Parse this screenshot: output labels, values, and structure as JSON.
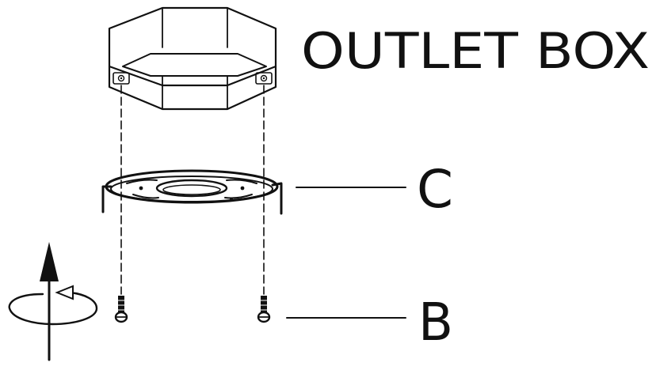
{
  "labels": {
    "outlet_box": "OUTLET BOX",
    "crossbar": "C",
    "screws": "B"
  },
  "colors": {
    "line": "#111111",
    "background": "#ffffff"
  },
  "icons": {
    "rotation": "clockwise-rotation-arrow-icon",
    "direction": "up-arrow-icon"
  }
}
